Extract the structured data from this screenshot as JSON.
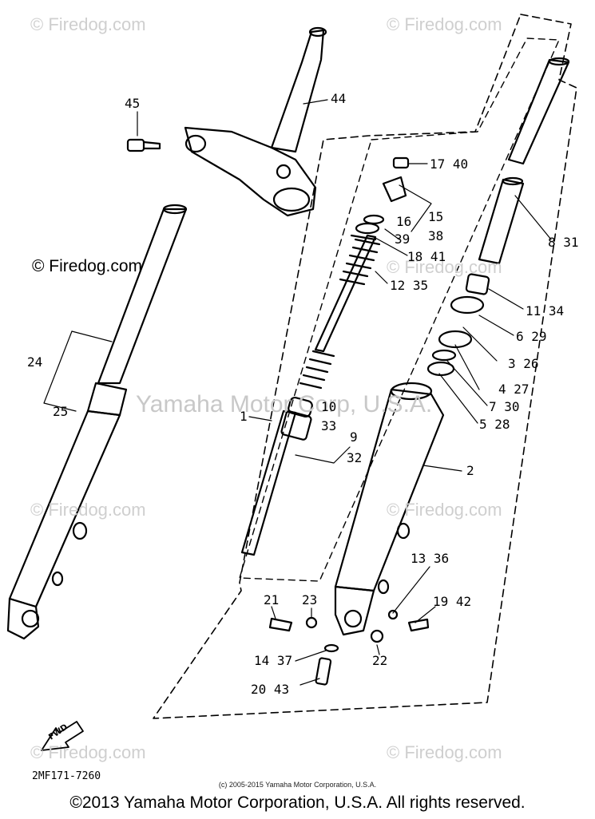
{
  "watermarks": {
    "tl": "© Firedog.com",
    "tr": "© Firedog.com",
    "ml": "© Firedog.com",
    "mr": "© Firedog.com",
    "center": "Yamaha Motor Corp, U.S.A.",
    "cl": "© Firedog.com",
    "cr": "© Firedog.com",
    "bl": "© Firedog.com",
    "br": "© Firedog.com"
  },
  "part_labels": {
    "p45": "45",
    "p44": "44",
    "p17": "17 40",
    "p16": "16",
    "p15": "15",
    "p38": "38",
    "p39": "39",
    "p18": "18 41",
    "p12": "12 35",
    "p8": "8 31",
    "p11": "11 34",
    "p6": "6 29",
    "p3": "3 26",
    "p4": "4 27",
    "p7": "7 30",
    "p5": "5 28",
    "p24": "24",
    "p25": "25",
    "p1": "1",
    "p10": "10",
    "p33": "33",
    "p9": "9",
    "p32": "32",
    "p2": "2",
    "p13": "13 36",
    "p21": "21",
    "p23": "23",
    "p19": "19 42",
    "p14": "14 37",
    "p22": "22",
    "p20": "20 43"
  },
  "fwd_label": "FWD",
  "drawing_id": "2MF171-7260",
  "footer_small": "(c) 2005-2015 Yamaha Motor Corporation, U.S.A.",
  "copyright": "©2013 Yamaha Motor Corporation, U.S.A. All rights reserved."
}
